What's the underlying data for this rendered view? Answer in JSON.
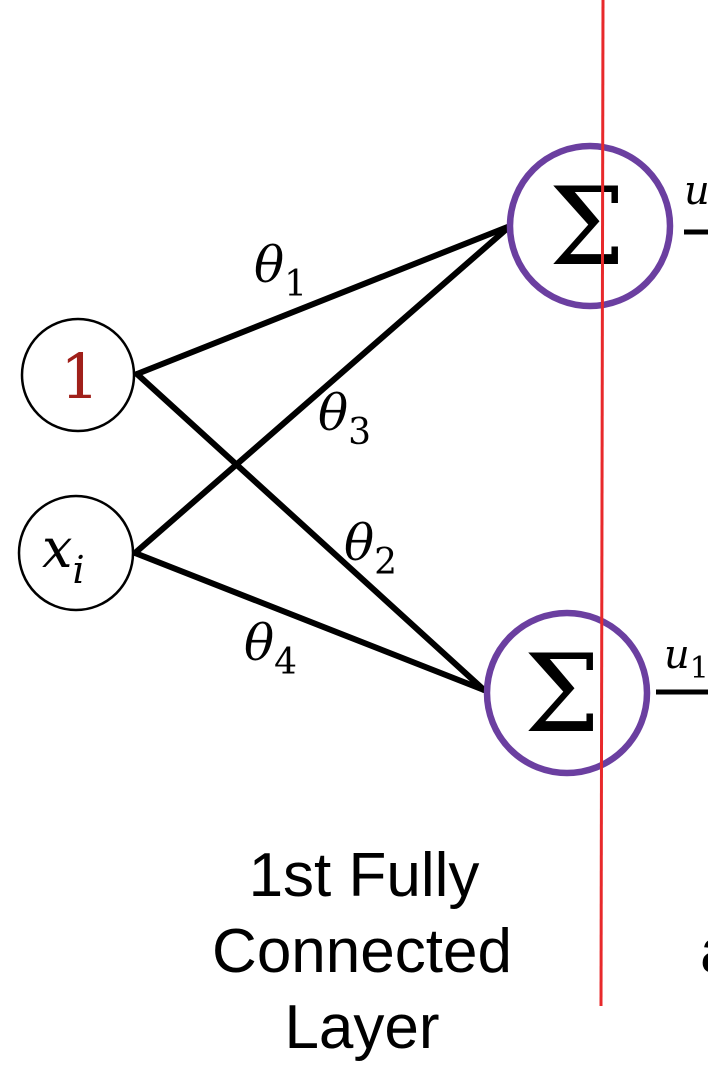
{
  "inputs": {
    "bias_label": "1",
    "x_main": "x",
    "x_sub": "i"
  },
  "weights": {
    "w1": {
      "main": "θ",
      "sub": "1"
    },
    "w2": {
      "main": "θ",
      "sub": "2"
    },
    "w3": {
      "main": "θ",
      "sub": "3"
    },
    "w4": {
      "main": "θ",
      "sub": "4"
    }
  },
  "neurons": {
    "symbol": "Σ"
  },
  "outputs": {
    "top_main": "u",
    "bottom_main": "u",
    "bottom_sub": "1"
  },
  "caption": {
    "line1": "1st Fully",
    "line2": "Connected",
    "line3": "Layer",
    "cut_fragment": "a"
  },
  "colors": {
    "bias_text": "#a0201a",
    "neuron_stroke": "#6b3fa0",
    "divider": "#e8292b",
    "line": "#000000"
  }
}
